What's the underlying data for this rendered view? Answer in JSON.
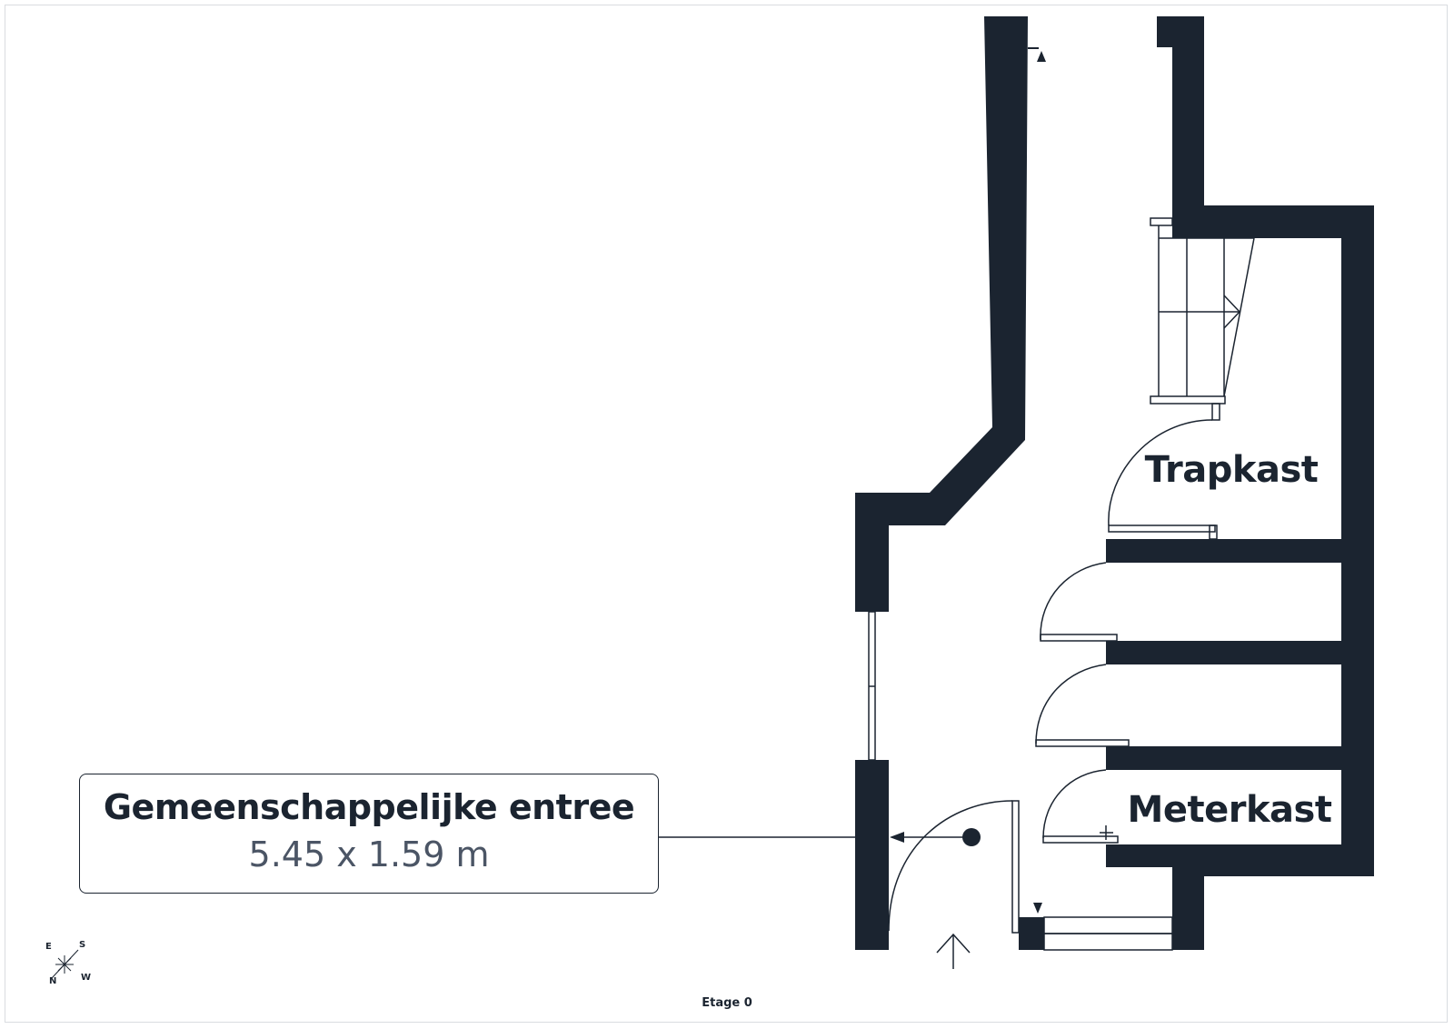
{
  "rooms": [
    {
      "name": "Trapkast"
    },
    {
      "name": "Meterkast"
    }
  ],
  "callout": {
    "name": "Gemeenschappelijke entree",
    "dimensions": "5.45 x 1.59 m"
  },
  "compass": {
    "e": "E",
    "s": "S",
    "n": "N",
    "w": "W"
  },
  "floor": {
    "label": "Etage 0"
  },
  "colors": {
    "wall": "#1b2430",
    "dims_text": "#4b5565"
  }
}
